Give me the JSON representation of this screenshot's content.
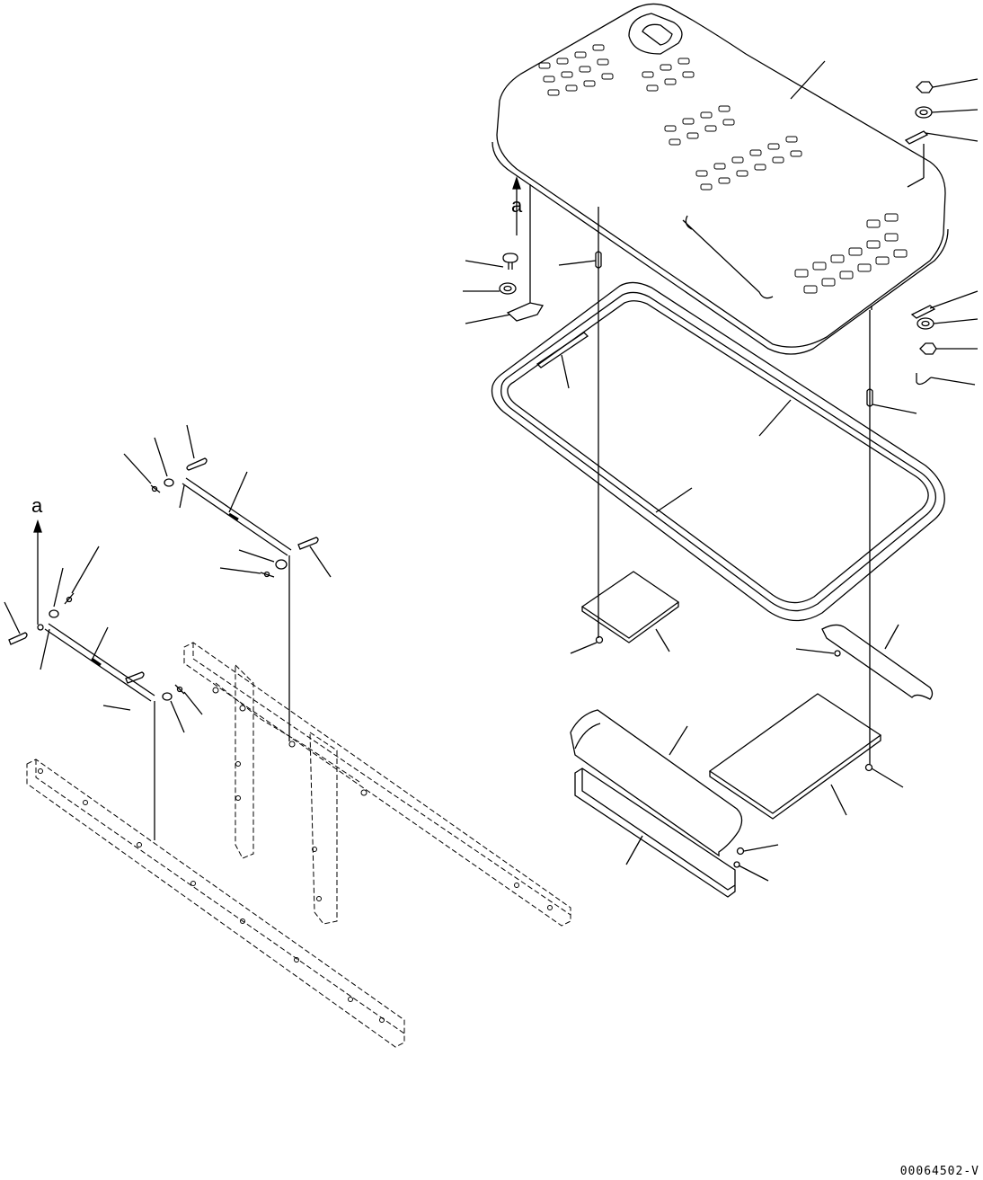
{
  "diagram": {
    "arrow_label_left": "a",
    "arrow_label_right": "a",
    "drawing_code": "00064502-V"
  }
}
